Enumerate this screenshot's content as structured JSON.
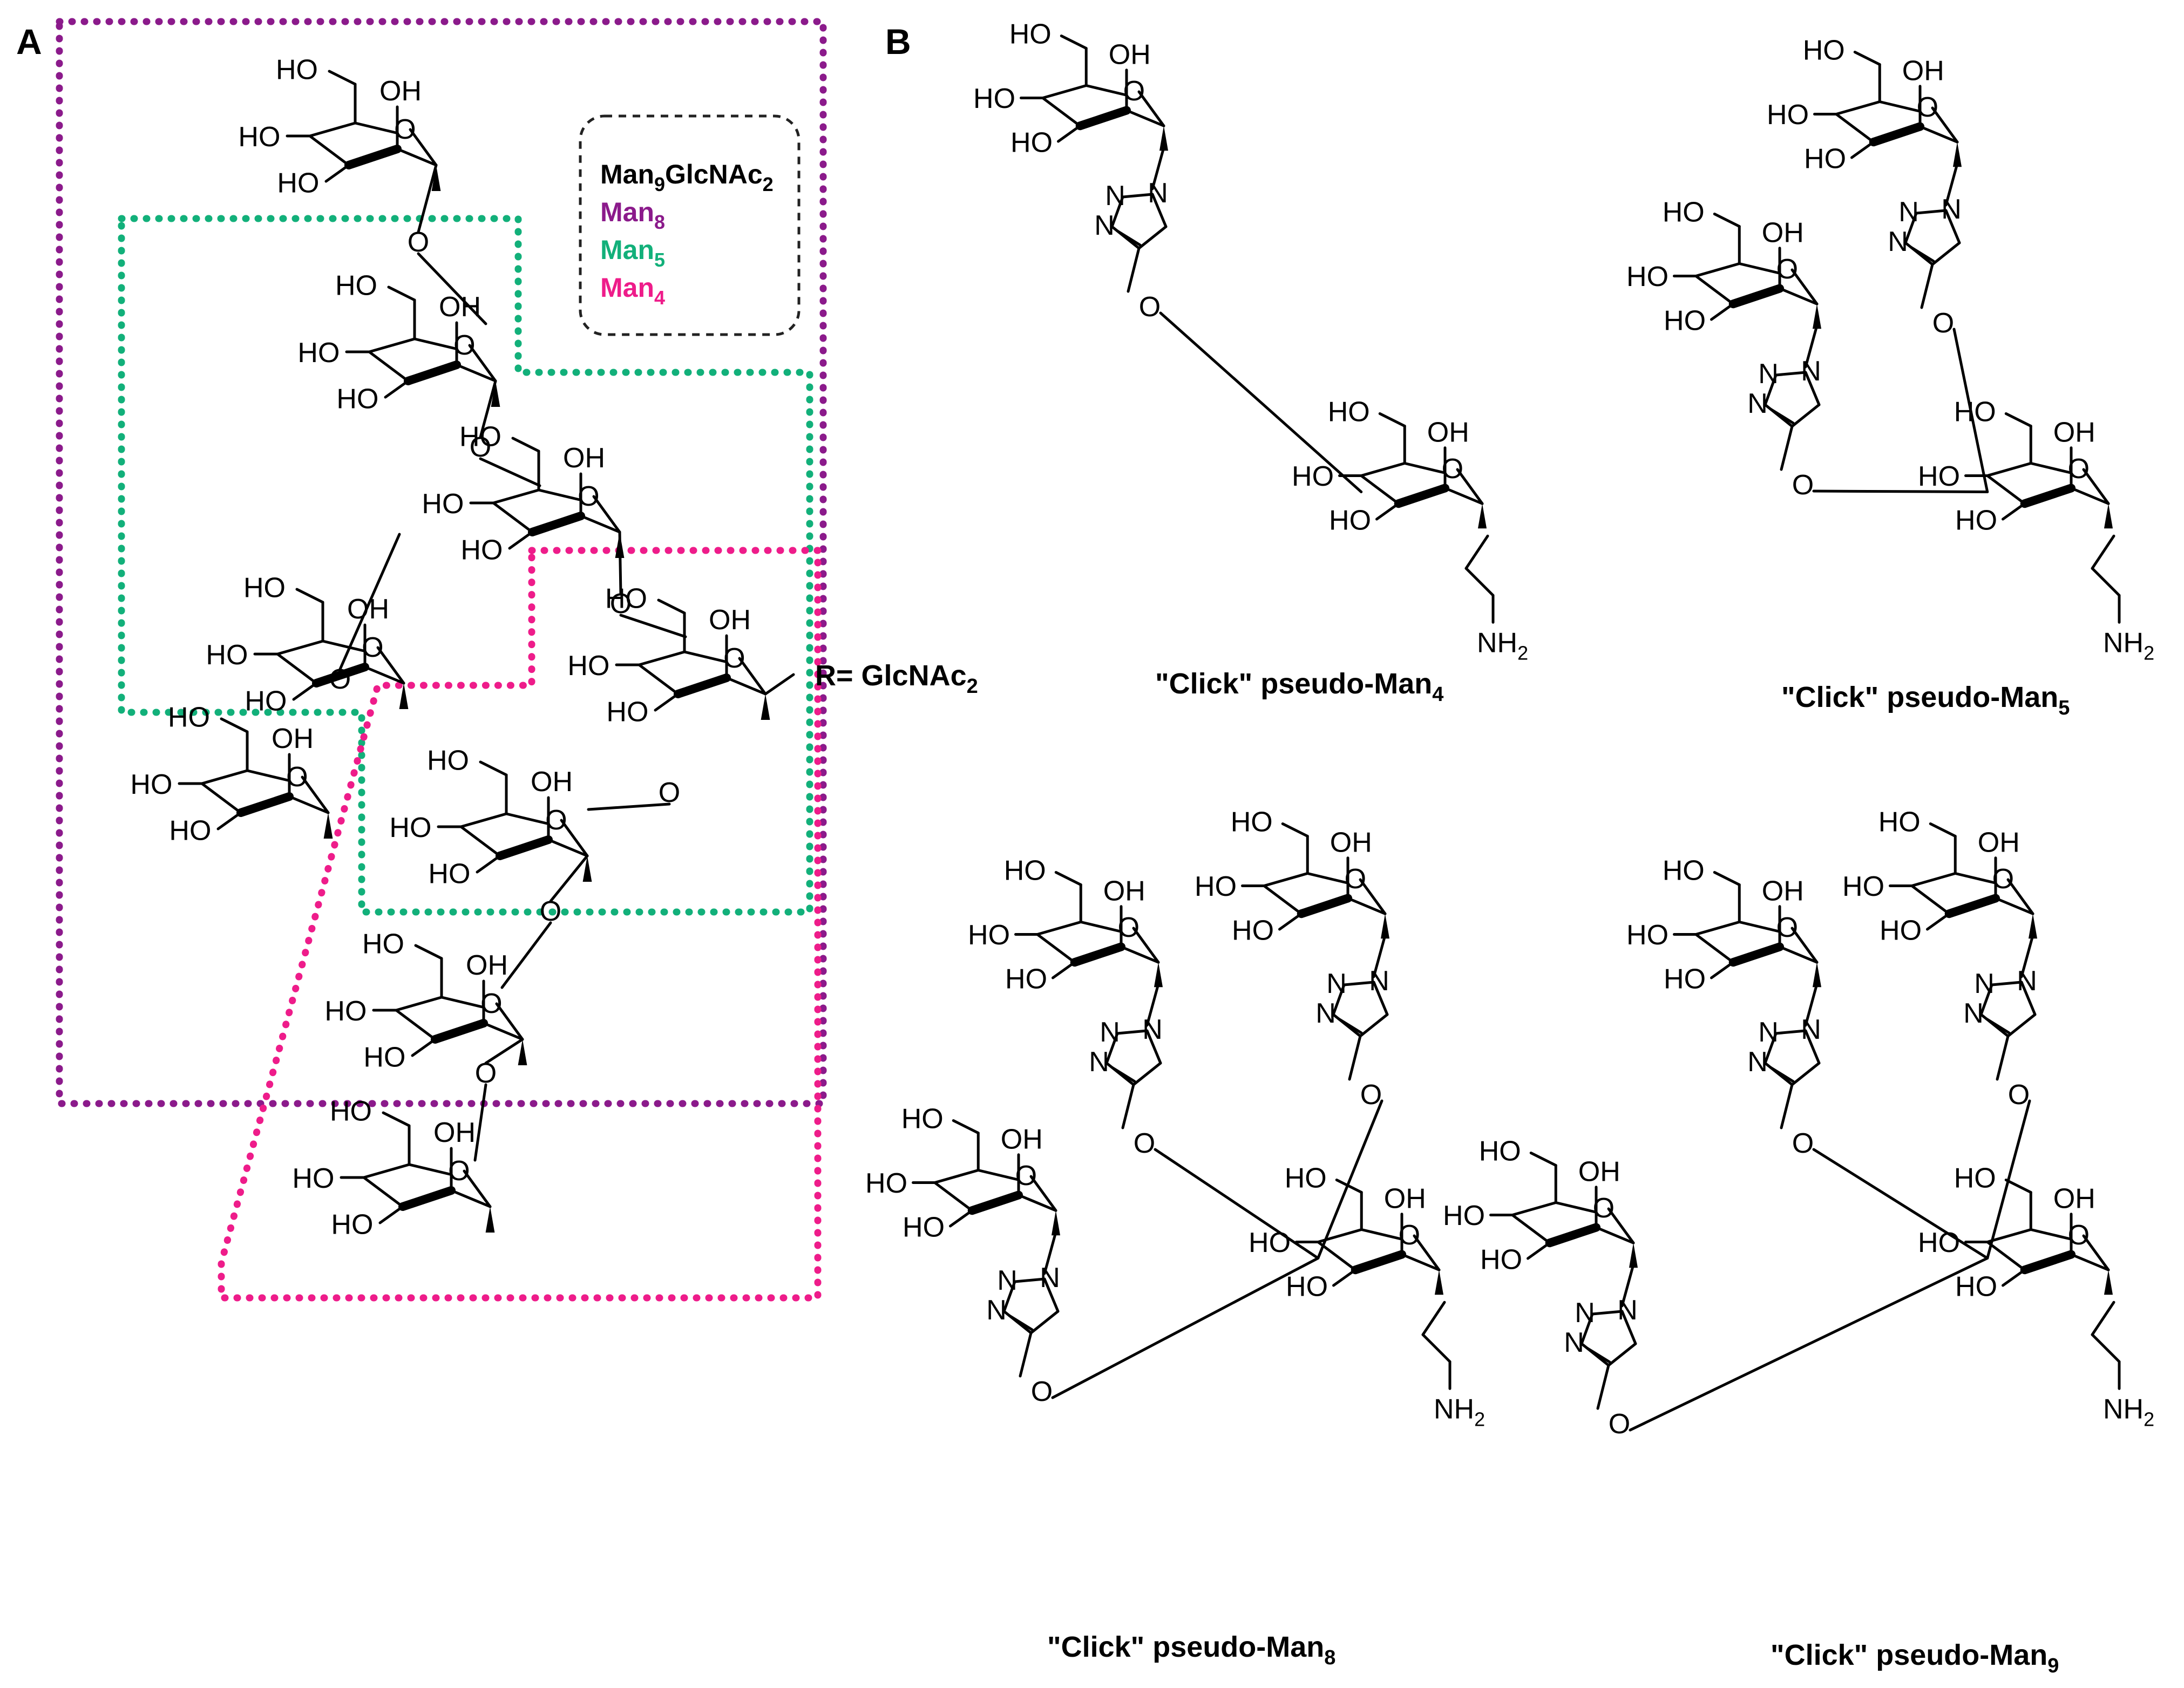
{
  "panels": {
    "a_label": "A",
    "b_label": "B"
  },
  "legend": {
    "items": [
      {
        "text": "Man",
        "sub": "9",
        "rest": "GlcNAc",
        "rest_sub": "2",
        "color": "#000000"
      },
      {
        "text": "Man",
        "sub": "8",
        "rest": "",
        "rest_sub": "",
        "color": "#8b1a8b"
      },
      {
        "text": "Man",
        "sub": "5",
        "rest": "",
        "rest_sub": "",
        "color": "#12b07a"
      },
      {
        "text": "Man",
        "sub": "4",
        "rest": "",
        "rest_sub": "",
        "color": "#ee1c8a"
      }
    ]
  },
  "r_group": {
    "text": "R= GlcNAc",
    "sub": "2"
  },
  "atoms": {
    "oh": "OH",
    "ho": "HO",
    "o": "O",
    "n": "N",
    "nh": "NH",
    "two": "2"
  },
  "captions": {
    "man4": {
      "text": "\"Click\" pseudo-Man",
      "sub": "4"
    },
    "man5": {
      "text": "\"Click\" pseudo-Man",
      "sub": "5"
    },
    "man8": {
      "text": "\"Click\" pseudo-Man",
      "sub": "8"
    },
    "man9": {
      "text": "\"Click\" pseudo-Man",
      "sub": "9"
    }
  },
  "colors": {
    "man8_box": "#8b1a8b",
    "man5_box": "#12b07a",
    "man4_box": "#ee1c8a",
    "legend_box": "#222222"
  }
}
